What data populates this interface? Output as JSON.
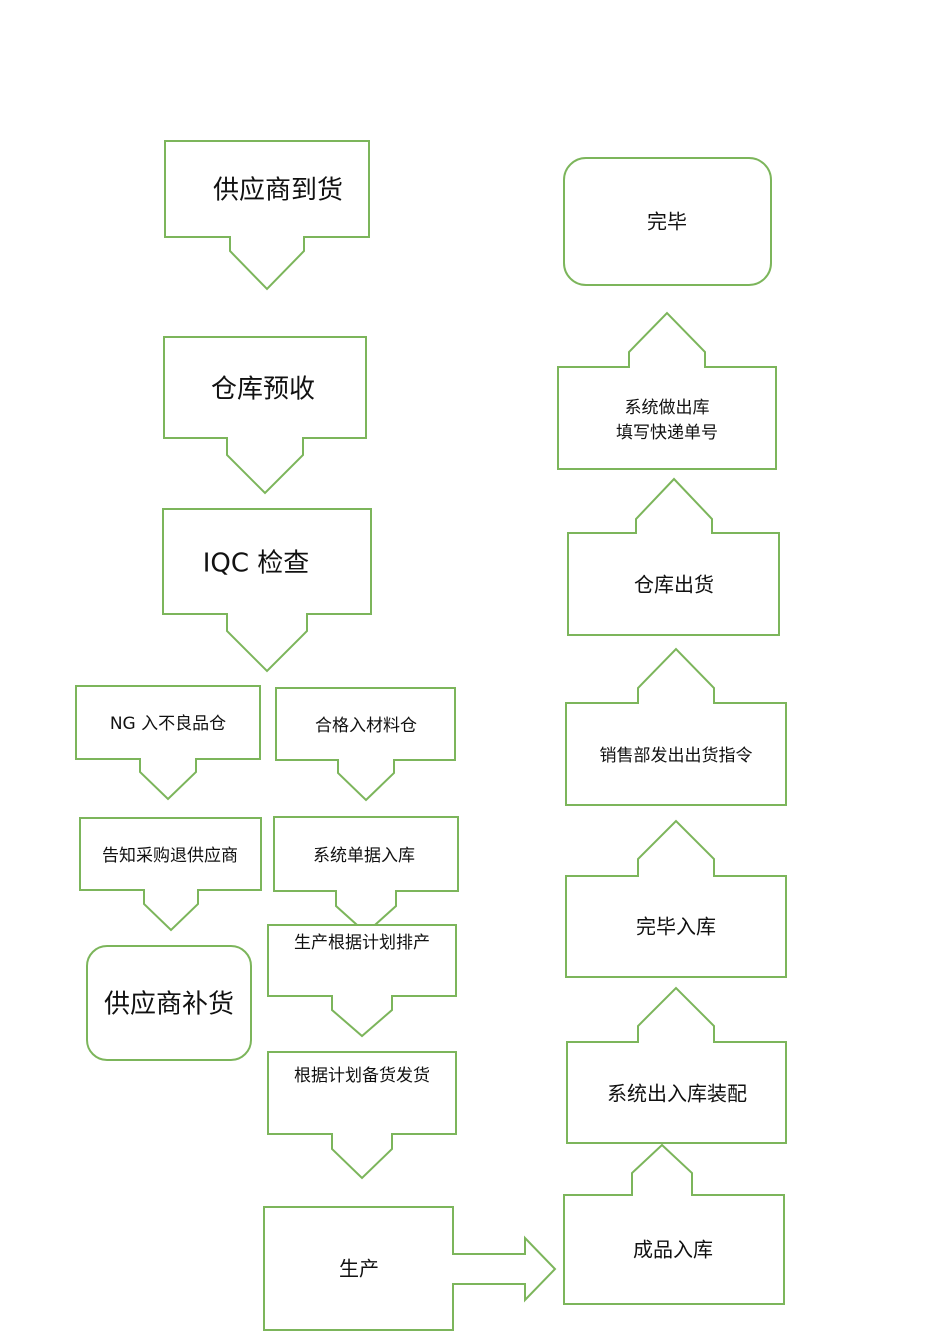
{
  "flow": {
    "supplier_arrival": "供应商到货",
    "warehouse_prereceive": "仓库预收",
    "iqc_check": "IQC 检查",
    "ng_defect_store": "NG 入不良品仓",
    "qualified_material_store": "合格入材料仓",
    "notify_purchase_return": "告知采购退供应商",
    "system_document_stockin": "系统单据入库",
    "supplier_replenish": "供应商补货",
    "production_schedule": "生产根据计划排产",
    "prepare_and_ship_by_plan": "根据计划备货发货",
    "production": "生产",
    "finished_goods_stockin": "成品入库",
    "system_inout_assembly": "系统出入库装配",
    "complete_stockin": "完毕入库",
    "sales_shipping_order": "销售部发出出货指令",
    "warehouse_shipping": "仓库出货",
    "system_stockout_line1": "系统做出库",
    "system_stockout_line2": "填写快递单号",
    "done": "完毕"
  }
}
